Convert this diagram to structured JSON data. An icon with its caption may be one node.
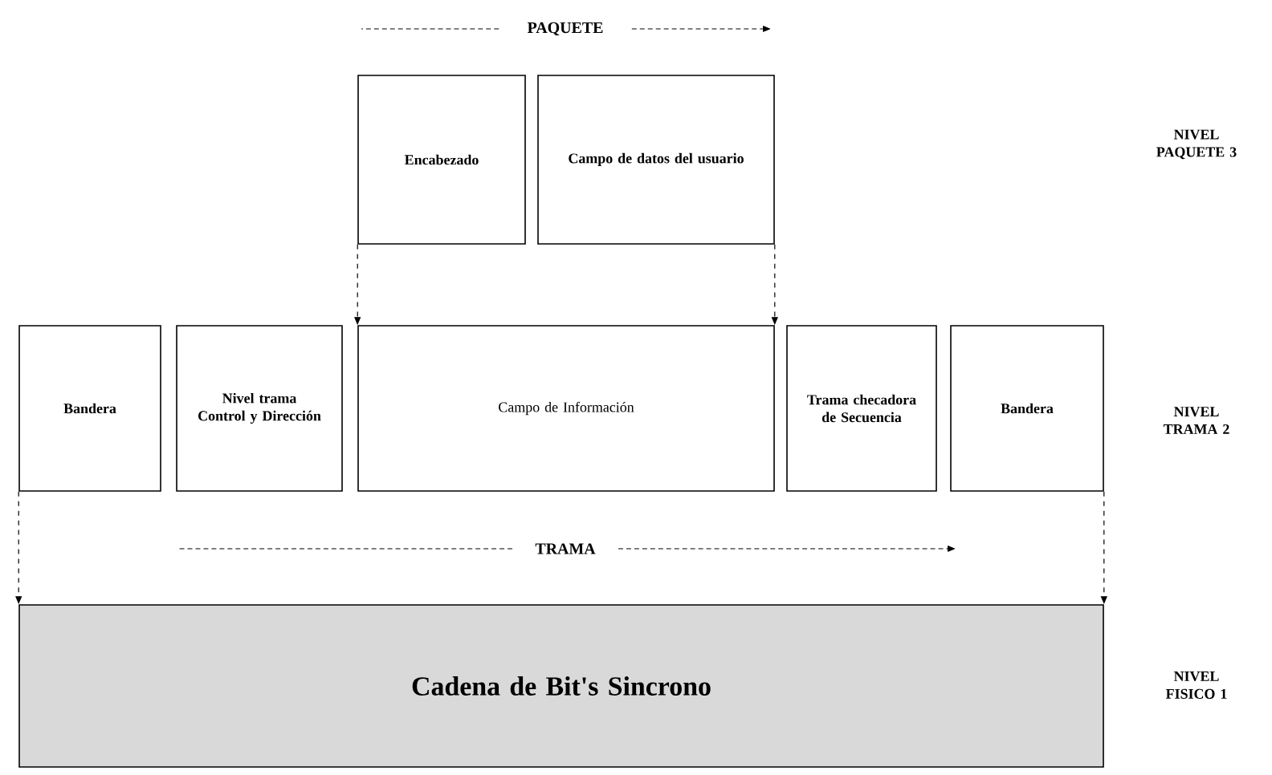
{
  "diagram": {
    "nodes": [
      {
        "text": [
          "Encabezado"
        ]
      },
      {
        "text": [
          "Campo de datos del usuario"
        ]
      },
      {
        "text": [
          "Bandera"
        ]
      },
      {
        "text": [
          "Nivel trama Control y Dirección"
        ]
      },
      {
        "text": [
          "Campo de Información"
        ]
      },
      {
        "text": [
          "Trama checadora de Secuencia"
        ]
      },
      {
        "text": [
          "Bandera"
        ]
      },
      {
        "text": [
          "Cadena de Bit's Sincrono"
        ]
      }
    ],
    "edges": [
      {
        "from": 0,
        "to": 4,
        "arrow": "to",
        "style": "dashed"
      },
      {
        "from": 1,
        "to": 4,
        "arrow": "to",
        "style": "dashed"
      },
      {
        "from": 2,
        "to": 7,
        "arrow": "to",
        "style": "dashed"
      },
      {
        "from": 6,
        "to": 7,
        "arrow": "to",
        "style": "dashed"
      }
    ],
    "labels": [
      "PAQUETE",
      "TRAMA",
      "NIVEL PAQUETE 3",
      "NIVEL TRAMA 2",
      "NIVEL FISICO 1"
    ]
  }
}
